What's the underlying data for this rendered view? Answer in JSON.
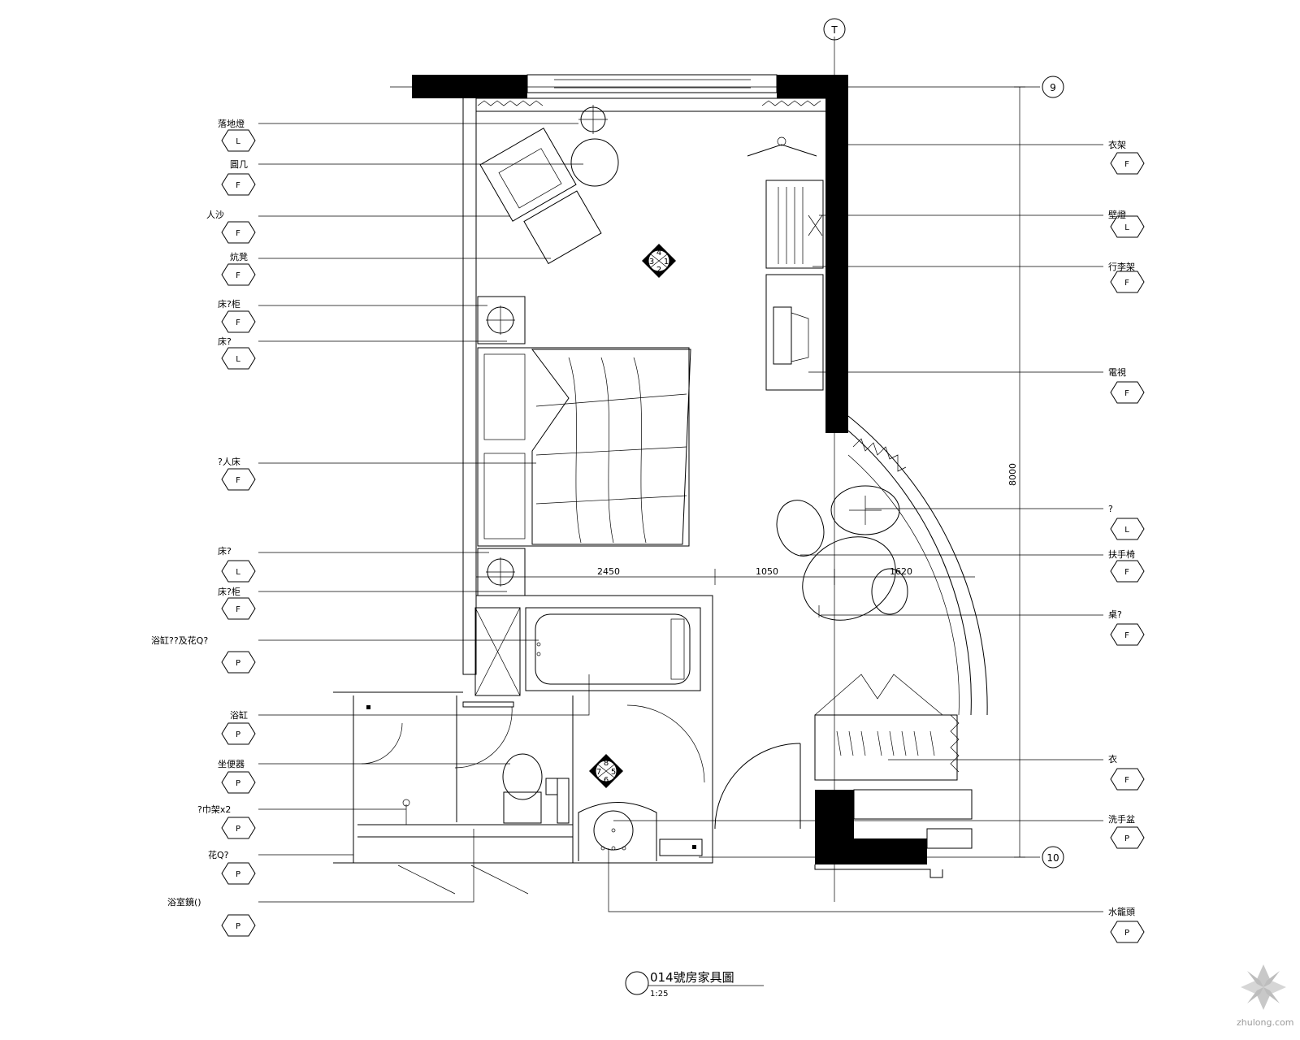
{
  "drawing": {
    "title": "014號房家具圖",
    "scale": "1:25"
  },
  "grid_markers": {
    "top": "T",
    "right_upper": "9",
    "right_lower": "10"
  },
  "dimensions": {
    "d1": "2450",
    "d2": "1050",
    "d3": "1620",
    "vertical": "8000"
  },
  "left_labels": [
    {
      "text": "落地燈",
      "code": "L"
    },
    {
      "text": "圓几",
      "code": "F"
    },
    {
      "text": "人沙",
      "code": "F"
    },
    {
      "text": "炕凳",
      "code": "F"
    },
    {
      "text": "床?柜",
      "code": "F"
    },
    {
      "text": "床?",
      "code": "L"
    },
    {
      "text": "?人床",
      "code": "F"
    },
    {
      "text": "床?",
      "code": "L"
    },
    {
      "text": "床?柜",
      "code": "F"
    },
    {
      "text": "浴缸??及花Q?",
      "code": "P"
    },
    {
      "text": "浴缸",
      "code": "P"
    },
    {
      "text": "坐便器",
      "code": "P"
    },
    {
      "text": "?巾架x2",
      "code": "P"
    },
    {
      "text": "花Q?",
      "code": "P"
    },
    {
      "text": "浴室鏡()",
      "code": "P"
    }
  ],
  "right_labels": [
    {
      "text": "衣架",
      "code": "F"
    },
    {
      "text": "壁燈",
      "code": "L"
    },
    {
      "text": "行李架",
      "code": "F"
    },
    {
      "text": "電視",
      "code": "F"
    },
    {
      "text": "?",
      "code": "L"
    },
    {
      "text": "扶手椅",
      "code": "F"
    },
    {
      "text": "桌?",
      "code": "F"
    },
    {
      "text": "衣",
      "code": "F"
    },
    {
      "text": "洗手盆",
      "code": "P"
    },
    {
      "text": "水籠頭",
      "code": "P"
    }
  ],
  "room_tags": {
    "bedroom": [
      "4",
      "1",
      "2",
      "3"
    ],
    "bathroom": [
      "8",
      "5",
      "6",
      "7"
    ]
  },
  "watermark": "zhulong.com"
}
